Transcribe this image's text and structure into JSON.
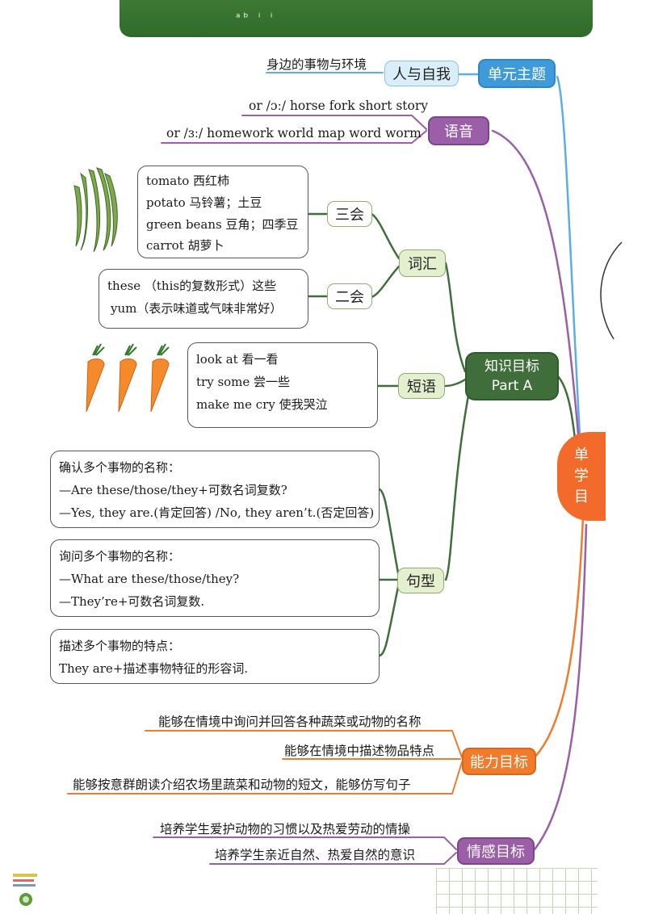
{
  "banner": {
    "marks": "ᵃᵇ ⁱ ⁱ"
  },
  "central_node": {
    "lines": [
      "单",
      "学",
      "目"
    ]
  },
  "theme": {
    "label": "单元主题",
    "sub": "人与自我",
    "detail": "身边的事物与环境"
  },
  "phonics": {
    "label": "语音",
    "line1": "or /ɔː/ horse fork short story",
    "line2": "or /ɜː/ homework  world map  word  worm"
  },
  "knowledge": {
    "line1": "知识目标",
    "line2": "Part A",
    "vocab": {
      "label": "词汇",
      "three": {
        "label": "三会",
        "words": [
          "tomato 西红柿",
          "potato 马铃薯；土豆",
          "green beans 豆角；四季豆",
          "carrot 胡萝卜"
        ]
      },
      "two": {
        "label": "二会",
        "words": [
          "these （this的复数形式）这些",
          "yum（表示味道或气味非常好）"
        ]
      }
    },
    "phrases": {
      "label": "短语",
      "items": [
        "look at 看一看",
        "try some 尝一些",
        "make me cry 使我哭泣"
      ]
    },
    "sentences": {
      "label": "句型",
      "box1": [
        "确认多个事物的名称：",
        "—Are these/those/they+可数名词复数?",
        "—Yes, they are.(肯定回答) /No, they aren’t.(否定回答)"
      ],
      "box2": [
        "询问多个事物的名称：",
        "—What are these/those/they?",
        "—They’re+可数名词复数."
      ],
      "box3": [
        "描述多个事物的特点：",
        "They are+描述事物特征的形容词."
      ]
    }
  },
  "ability": {
    "label": "能力目标",
    "items": [
      "能够在情境中询问并回答各种蔬菜或动物的名称",
      "能够在情境中描述物品特点",
      "能够按意群朗读介绍农场里蔬菜和动物的短文，能够仿写句子"
    ]
  },
  "emotion": {
    "label": "情感目标",
    "items": [
      "培养学生爱护动物的习惯以及热爱劳动的情操",
      "培养学生亲近自然、热爱自然的意识"
    ]
  },
  "colors": {
    "blue": "#3e9ad8",
    "purple": "#9a5fa6",
    "green": "#3f6e3a",
    "orange": "#f07b2a"
  }
}
